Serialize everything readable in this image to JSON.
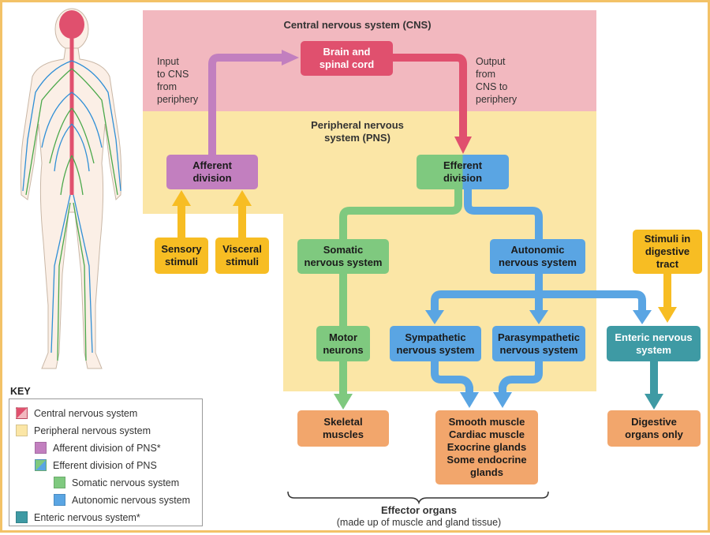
{
  "regions": {
    "cns_title": "Central nervous system (CNS)",
    "pns_title": "Peripheral nervous\nsystem (PNS)"
  },
  "notes": {
    "input": "Input\nto CNS\nfrom\nperiphery",
    "output": "Output\nfrom\nCNS to\nperiphery"
  },
  "nodes": {
    "brain": "Brain and\nspinal cord",
    "afferent": "Afferent\ndivision",
    "efferent": "Efferent\ndivision",
    "sensory": "Sensory\nstimuli",
    "visceral": "Visceral\nstimuli",
    "somatic": "Somatic\nnervous system",
    "autonomic": "Autonomic\nnervous system",
    "digestive_stimuli": "Stimuli in\ndigestive\ntract",
    "motor": "Motor\nneurons",
    "sympathetic": "Sympathetic\nnervous system",
    "parasympathetic": "Parasympathetic\nnervous system",
    "enteric": "Enteric nervous\nsystem",
    "skeletal": "Skeletal\nmuscles",
    "smooth": "Smooth muscle\nCardiac muscle\nExocrine glands\nSome endocrine\nglands",
    "digestive_organs": "Digestive\norgans only"
  },
  "effector": {
    "title": "Effector organs",
    "subtitle": "(made up of muscle and gland tissue)"
  },
  "key": {
    "title": "KEY",
    "items": [
      "Central nervous system",
      "Peripheral nervous system",
      "Afferent division of PNS*",
      "Efferent division of PNS",
      "Somatic nervous system",
      "Autonomic nervous system",
      "Enteric nervous system*"
    ]
  },
  "colors": {
    "cns": "#f2b8bf",
    "pns": "#fbe6a6",
    "brain": "#e0506e",
    "afferent": "#c27fbf",
    "somatic": "#7fc97f",
    "autonomic": "#5aa5e3",
    "stimuli": "#f7bd23",
    "enteric": "#3e9aa4",
    "effector": "#f2a66c",
    "frame": "#f3c267"
  }
}
